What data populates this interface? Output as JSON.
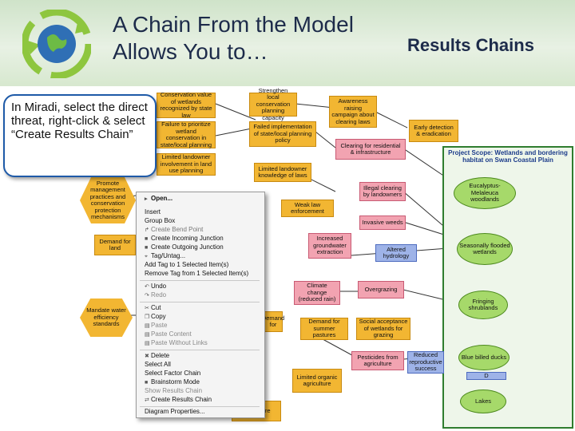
{
  "slide": {
    "title_line1": "A Chain From the Model",
    "title_line2": "Allows You to…",
    "section_label": "Results Chains"
  },
  "callout": {
    "text": "In Miradi, select the direct threat, right-click & select “Create Results Chain”"
  },
  "project_scope": {
    "label": "Project Scope: Wetlands and bordering habitat on Swan Coastal Plain"
  },
  "diagram": {
    "strategies": [
      "Promote management practices and conservation protection mechanisms",
      "Mandate water efficiency standards"
    ],
    "factors_yellow": [
      "Conservation value of wetlands recognized by state law",
      "Strengthen local conservation planning capacity",
      "Awareness raising campaign about clearing laws",
      "Failure to prioritize wetland conservation in state/local planning",
      "Failed implementation of state/local planning policy",
      "Limited landowner involvement in land use planning",
      "Limited landowner knowledge of laws",
      "Weak law enforcement",
      "Demand for land",
      "Demand for summer pastures",
      "Social acceptance of wetlands for grazing",
      "Limited organic agriculture"
    ],
    "threats_pink": [
      "Clearing for residential & infrastructure",
      "Illegal clearing by landowners",
      "Invasive weeds",
      "Increased groundwater extraction",
      "Climate change (reduced rain)",
      "Overgrazing",
      "Pesticides from agriculture"
    ],
    "stresses_blue": [
      "Altered hydrology",
      "Reduced reproductive success"
    ],
    "targets": [
      "Early detection & eradication",
      "Eucalyptus-Melaleuca woodlands",
      "Seasonally flooded wetlands",
      "Fringing shrublands",
      "Blue billed ducks",
      "Lakes"
    ],
    "partial_labels": {
      "demand_for": "Demand for",
      "agriculture": "agriculture",
      "d": "D"
    }
  },
  "context_menu": {
    "items": [
      "Open...",
      "Insert",
      "Group Box",
      "Create Bend Point",
      "Create Incoming Junction",
      "Create Outgoing Junction",
      "Tag/Untag...",
      "Add Tag to 1 Selected Item(s)",
      "Remove Tag from 1 Selected Item(s)",
      "Undo",
      "Redo",
      "Cut",
      "Copy",
      "Paste",
      "Paste Content",
      "Paste Without Links",
      "Delete",
      "Select All",
      "Select Factor Chain",
      "Brainstorm Mode",
      "Show Results Chain",
      "Create Results Chain",
      "Diagram Properties..."
    ]
  },
  "colors": {
    "title": "#1d2b4a",
    "factor": "#f2b632",
    "threat": "#f2a3b1",
    "stress": "#9eb3e8",
    "target": "#a6d96a",
    "callout_border": "#1e5aa8",
    "scope_border": "#2f7d2f"
  }
}
